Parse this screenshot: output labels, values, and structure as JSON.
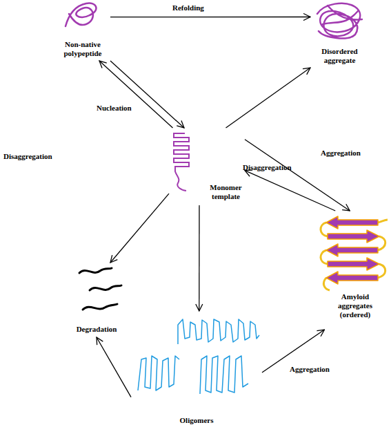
{
  "diagram": {
    "nodes": [
      {
        "text": [
          "Non-native polypeptide"
        ]
      },
      {
        "text": [
          "Disordered aggregate"
        ]
      },
      {
        "text": [
          "Monomer template"
        ]
      },
      {
        "text": [
          "Amyloid aggregates (ordered)"
        ]
      },
      {
        "text": [
          "Degradation"
        ]
      },
      {
        "text": [
          "Oligomers"
        ]
      }
    ],
    "edges": [
      {
        "from": 0,
        "to": 1,
        "label": "Refolding",
        "arrow": "to"
      },
      {
        "from": 0,
        "to": 2,
        "label": "Nucleation",
        "arrow": "to"
      },
      {
        "from": 2,
        "to": 0,
        "arrow": "to"
      },
      {
        "from": 2,
        "to": 1,
        "arrow": "to"
      },
      {
        "from": 2,
        "to": 3,
        "label": "Aggregation",
        "arrow": "to"
      },
      {
        "from": 3,
        "to": 2,
        "label": "Disaggregation",
        "arrow": "to"
      },
      {
        "from": 2,
        "to": 4,
        "arrow": "to"
      },
      {
        "from": 2,
        "to": 5,
        "arrow": "to"
      },
      {
        "from": 5,
        "to": 3,
        "label": "Aggregation",
        "arrow": "to"
      },
      {
        "from": 5,
        "to": 4,
        "arrow": "to"
      }
    ],
    "labels": [
      "Disaggregation"
    ]
  }
}
